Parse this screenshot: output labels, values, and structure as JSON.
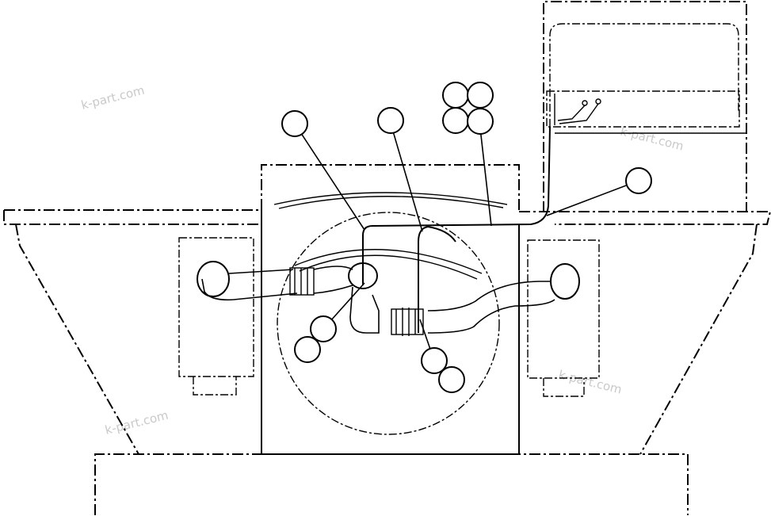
{
  "watermark": {
    "text": "k-part.com",
    "color": "#c9c9c9"
  },
  "callouts": [
    {
      "id": "callout-a"
    },
    {
      "id": "callout-b"
    },
    {
      "id": "callout-c"
    },
    {
      "id": "callout-d"
    },
    {
      "id": "callout-e"
    },
    {
      "id": "callout-f"
    },
    {
      "id": "callout-g"
    },
    {
      "id": "callout-h"
    },
    {
      "id": "callout-i"
    },
    {
      "id": "callout-j"
    },
    {
      "id": "callout-k"
    },
    {
      "id": "callout-l"
    }
  ],
  "colors": {
    "line": "#000000",
    "background": "#ffffff"
  }
}
